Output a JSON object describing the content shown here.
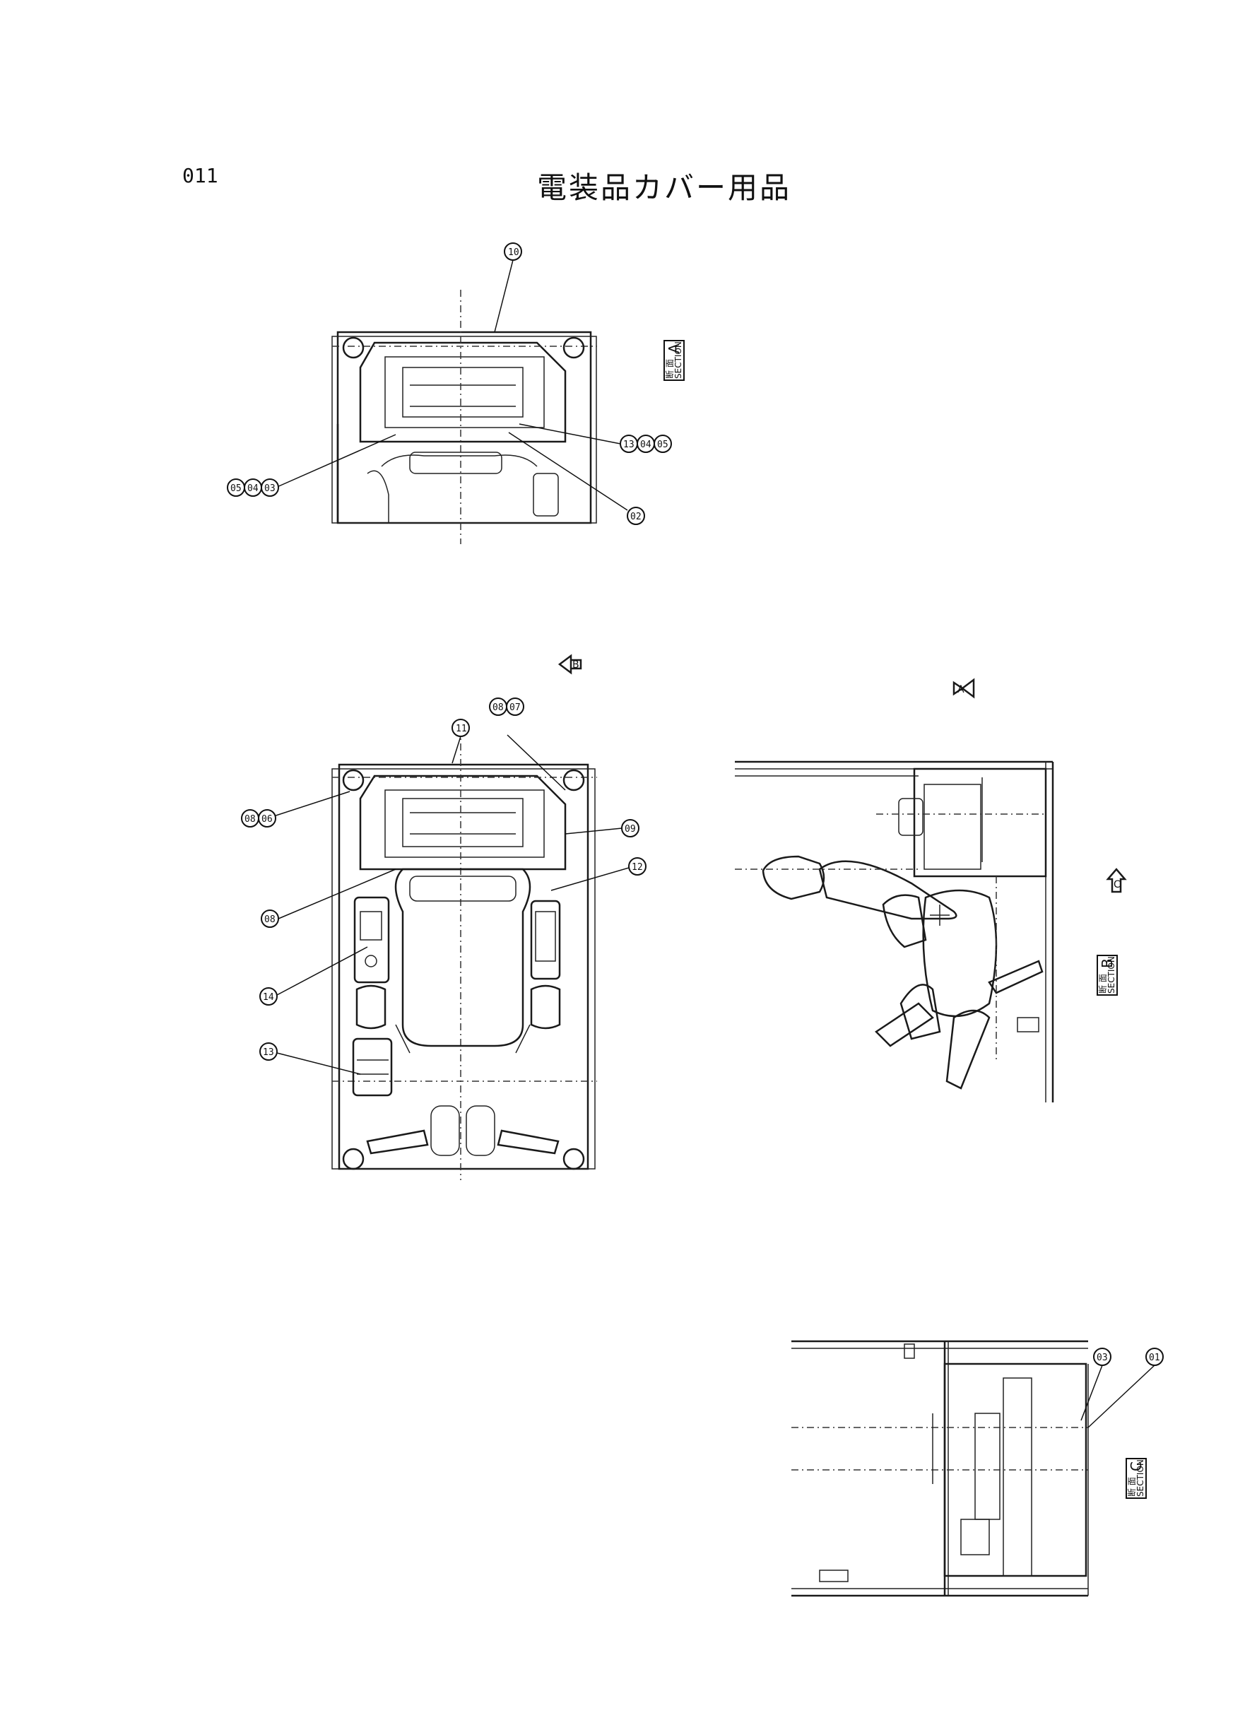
{
  "page": {
    "number": "011",
    "title": "電装品カバー用品"
  },
  "callouts": {
    "view_a_top": "10",
    "view_a_right": [
      "13",
      "04",
      "05"
    ],
    "view_a_left": [
      "05",
      "04",
      "03"
    ],
    "view_a_bottom": "02",
    "view_b_top_center": "11",
    "view_b_top_right": [
      "08",
      "07"
    ],
    "view_b_left_top": [
      "08",
      "06"
    ],
    "view_b_right_mid": "09",
    "view_b_left_mid": "08",
    "view_b_right_low": "12",
    "view_b_left_console": "14",
    "view_b_left_low": "13",
    "view_c_right": [
      "03",
      "01"
    ]
  },
  "sections": {
    "a": {
      "kanji": "断 面",
      "word": "SECTION",
      "letter": "A"
    },
    "b": {
      "kanji": "断 面",
      "word": "SECTION",
      "letter": "B"
    },
    "c": {
      "kanji": "断 面",
      "word": "SECTION",
      "letter": "C"
    }
  },
  "view_arrows": {
    "top_view": "B",
    "side_left": "A",
    "side_right": "C"
  }
}
